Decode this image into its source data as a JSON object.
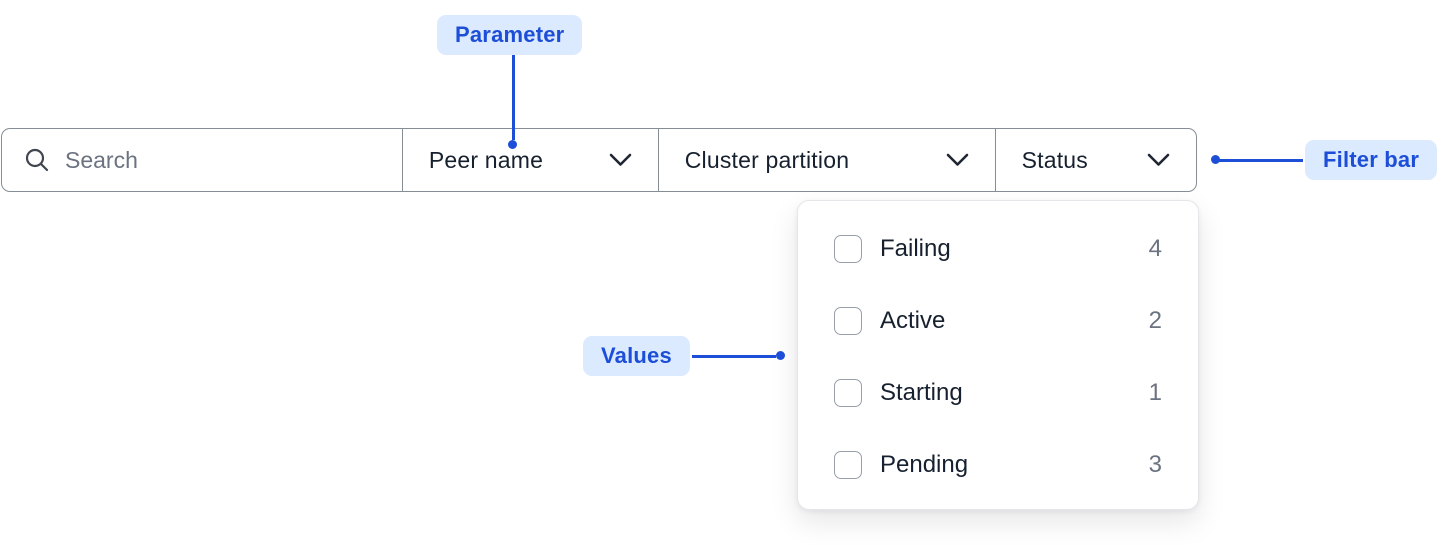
{
  "filter_bar": {
    "search": {
      "placeholder": "Search"
    },
    "dropdowns": [
      {
        "label": "Peer name"
      },
      {
        "label": "Cluster partition"
      },
      {
        "label": "Status"
      }
    ]
  },
  "status_panel": {
    "items": [
      {
        "label": "Failing",
        "count": "4"
      },
      {
        "label": "Active",
        "count": "2"
      },
      {
        "label": "Starting",
        "count": "1"
      },
      {
        "label": "Pending",
        "count": "3"
      }
    ]
  },
  "annotations": {
    "parameter_label": "Parameter",
    "filter_bar_label": "Filter bar",
    "values_label": "Values"
  },
  "colors": {
    "annotation_text": "#1d4ed8",
    "annotation_bg": "#dbeafe",
    "connector": "#1d4ed8",
    "border_gray": "#868d97",
    "muted_text": "#6b7280"
  }
}
